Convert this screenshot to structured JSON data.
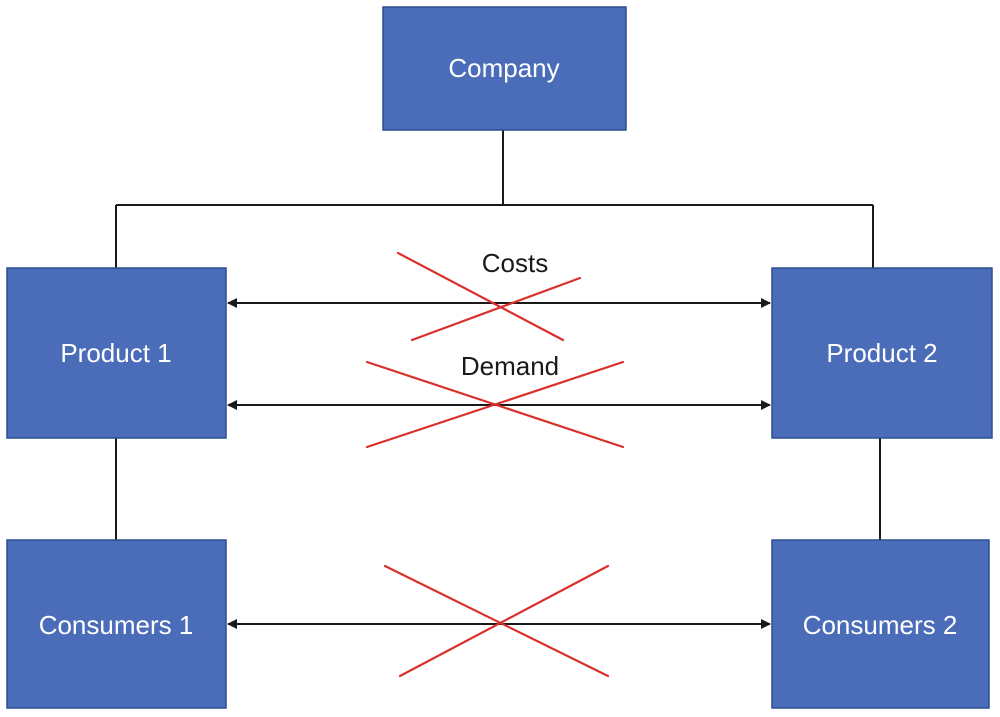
{
  "colors": {
    "box_fill": "#4a6cb9",
    "box_border": "#2f4f8f",
    "connector": "#1a1a1a",
    "cross": "#d9302c"
  },
  "nodes": {
    "company": "Company",
    "product_1": "Product 1",
    "product_2": "Product 2",
    "consumers_1": "Consumers 1",
    "consumers_2": "Consumers 2"
  },
  "links": {
    "costs": "Costs",
    "demand": "Demand"
  }
}
